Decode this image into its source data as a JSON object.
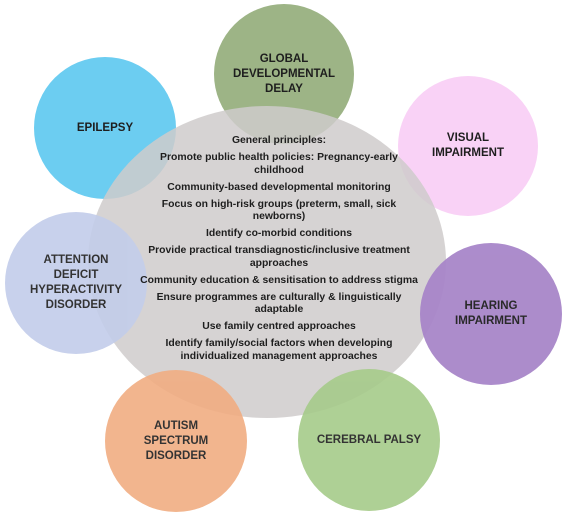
{
  "diagram": {
    "center": {
      "heading": "General principles:",
      "items": [
        "Promote public health policies: Pregnancy-early childhood",
        "Community-based developmental monitoring",
        "Focus on high-risk groups (preterm, small, sick newborns)",
        "Identify co-morbid conditions",
        "Provide practical transdiagnostic/inclusive treatment approaches",
        "Community education & sensitisation to address stigma",
        "Ensure programmes are culturally & linguistically adaptable",
        "Use family centred approaches",
        "Identify family/social factors when developing individualized management approaches"
      ]
    },
    "circles": {
      "global_developmental_delay": "GLOBAL\nDEVELOPMENTAL\nDELAY",
      "epilepsy": "EPILEPSY",
      "visual_impairment": "VISUAL\nIMPAIRMENT",
      "adhd": "ATTENTION\nDEFICIT\nHYPERACTIVITY\nDISORDER",
      "hearing_impairment": "HEARING\nIMPAIRMENT",
      "autism": "AUTISM\nSPECTRUM\nDISORDER",
      "cerebral_palsy": "CEREBRAL PALSY"
    },
    "colors": {
      "global_developmental_delay": "#9db486",
      "epilepsy": "#6ccdf1",
      "visual_impairment": "#f9d2f6",
      "adhd": "#c3cdea",
      "hearing_impairment": "#a886c9",
      "autism": "#f1ad82",
      "cerebral_palsy": "#a6cb8a",
      "center": "#cfcbcb"
    }
  }
}
